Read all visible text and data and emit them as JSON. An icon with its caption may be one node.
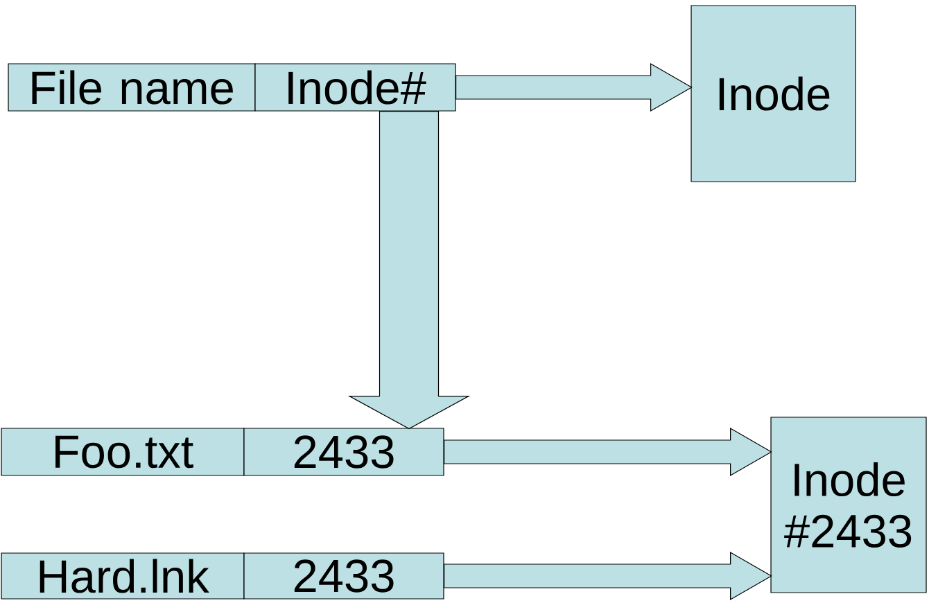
{
  "diagram": {
    "nodes": [
      {
        "text": [
          "File name"
        ]
      },
      {
        "text": [
          "Inode#"
        ]
      },
      {
        "text": [
          "Inode"
        ]
      },
      {
        "text": [
          "Foo.txt"
        ]
      },
      {
        "text": [
          "2433"
        ]
      },
      {
        "text": [
          "Hard.lnk"
        ]
      },
      {
        "text": [
          "2433"
        ]
      },
      {
        "text": [
          "Inode #2433"
        ]
      }
    ],
    "edges": [
      {
        "from": 1,
        "to": 2,
        "arrow": "to"
      },
      {
        "from": 1,
        "to": 4,
        "arrow": "to"
      },
      {
        "from": 4,
        "to": 7,
        "arrow": "to"
      },
      {
        "from": 6,
        "to": 7,
        "arrow": "to"
      }
    ]
  }
}
